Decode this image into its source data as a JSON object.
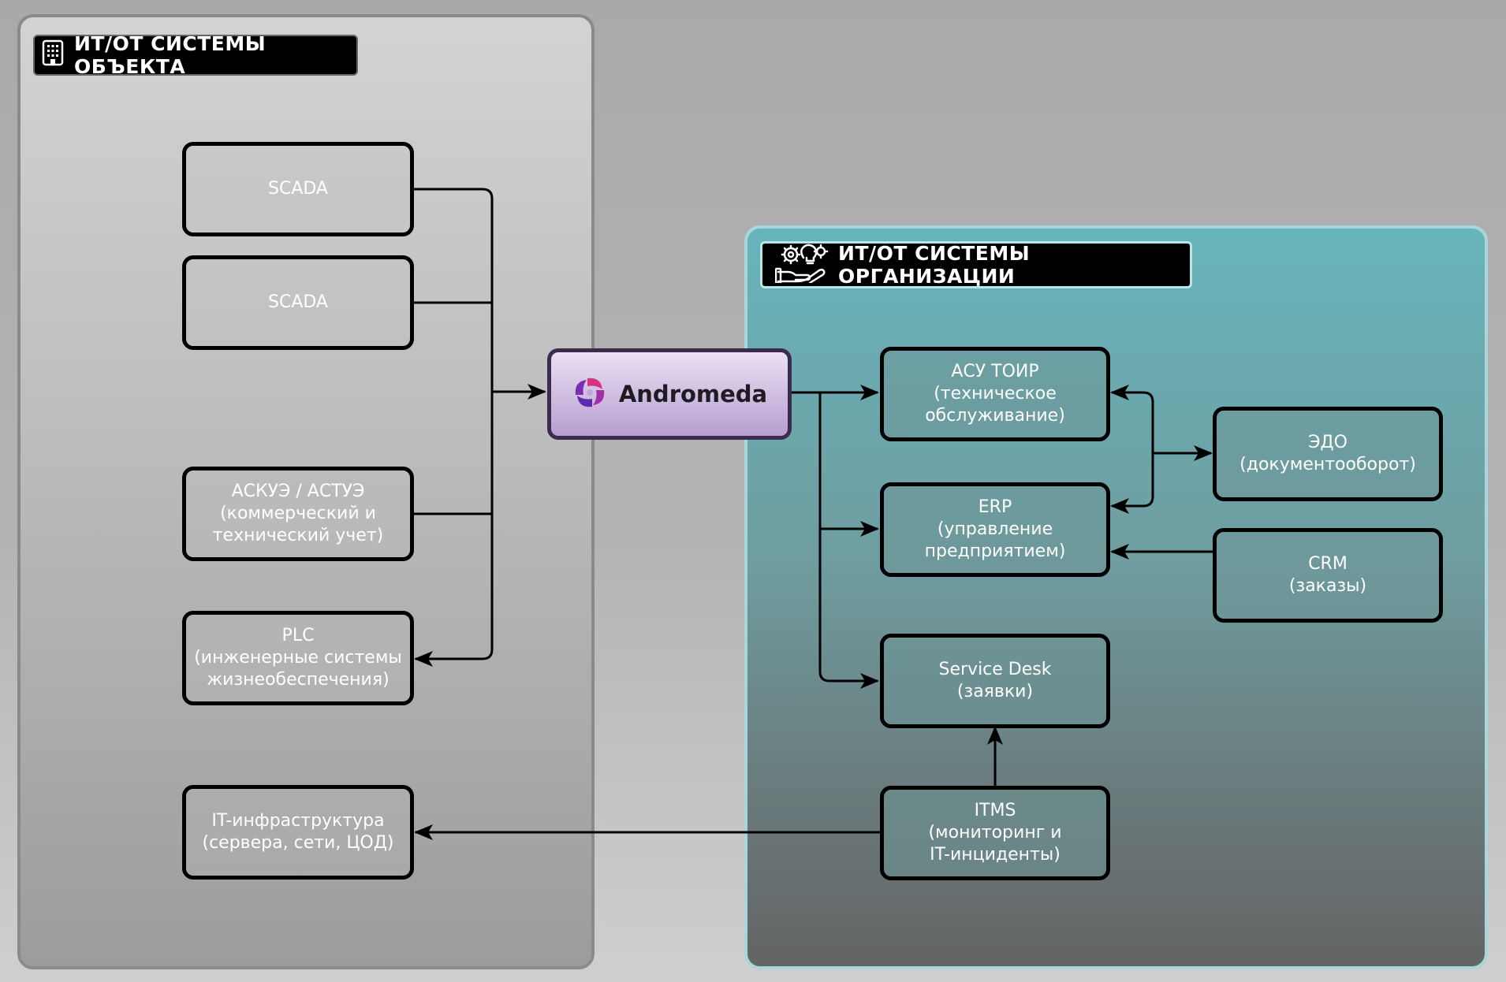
{
  "headers": {
    "left": "ИТ/ОТ СИСТЕМЫ ОБЪЕКТА",
    "right": "ИТ/ОТ СИСТЕМЫ ОРГАНИЗАЦИИ"
  },
  "center": {
    "label": "Andromeda"
  },
  "left_nodes": {
    "scada1": {
      "lines": [
        "SCADA"
      ]
    },
    "scada2": {
      "lines": [
        "SCADA"
      ]
    },
    "askue": {
      "lines": [
        "АСКУЭ / АСТУЭ",
        "(коммерческий и",
        "технический учет)"
      ]
    },
    "plc": {
      "lines": [
        "PLC",
        "(инженерные системы",
        "жизнеобеспечения)"
      ]
    },
    "it_infra": {
      "lines": [
        "IT-инфраструктура",
        "(сервера, сети, ЦОД)"
      ]
    }
  },
  "right_nodes": {
    "asu_toir": {
      "lines": [
        "АСУ ТОИР",
        "(техническое",
        "обслуживание)"
      ]
    },
    "erp": {
      "lines": [
        "ERP",
        "(управление",
        "предприятием)"
      ]
    },
    "service_desk": {
      "lines": [
        "Service Desk",
        "(заявки)"
      ]
    },
    "itms": {
      "lines": [
        "ITMS",
        "(мониторинг и",
        "IT-инциденты)"
      ]
    },
    "edo": {
      "lines": [
        "ЭДО",
        "(документооборот)"
      ]
    },
    "crm": {
      "lines": [
        "CRM",
        "(заказы)"
      ]
    }
  },
  "icons": {
    "left_header": "building-icon",
    "right_header": "hand-gears-icon",
    "andromeda": "andromeda-logo-icon"
  },
  "colors": {
    "right_panel_top": "#67b4bb",
    "andromeda_top": "#eae1f3",
    "andromeda_bottom": "#b79ed0",
    "logo_pink": "#d6327f",
    "logo_purple": "#5a2bb0"
  }
}
